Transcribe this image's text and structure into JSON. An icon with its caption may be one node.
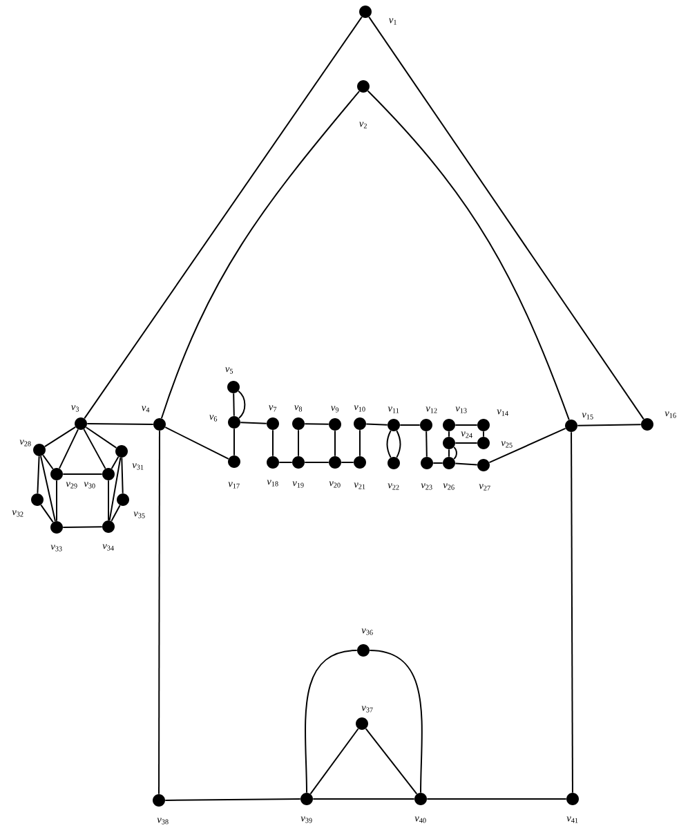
{
  "diagram": {
    "nodes": [
      {
        "text": [],
        "shape": "circle",
        "beside": [
          "*v*$_{1}$"
        ]
      },
      {
        "text": [],
        "shape": "circle",
        "beside": [
          "*v*$_{2}$"
        ]
      },
      {
        "text": [],
        "shape": "circle",
        "beside": [
          "*v*$_{3}$"
        ]
      },
      {
        "text": [],
        "shape": "circle",
        "beside": [
          "*v*$_{4}$"
        ]
      },
      {
        "text": [],
        "shape": "circle",
        "beside": [
          "*v*$_{5}$"
        ]
      },
      {
        "text": [],
        "shape": "circle",
        "beside": [
          "*v*$_{6}$"
        ]
      },
      {
        "text": [],
        "shape": "circle",
        "beside": [
          "*v*$_{7}$"
        ]
      },
      {
        "text": [],
        "shape": "circle",
        "beside": [
          "*v*$_{8}$"
        ]
      },
      {
        "text": [],
        "shape": "circle",
        "beside": [
          "*v*$_{9}$"
        ]
      },
      {
        "text": [],
        "shape": "circle",
        "beside": [
          "*v*$_{10}$"
        ]
      },
      {
        "text": [],
        "shape": "circle",
        "beside": [
          "*v*$_{11}$"
        ]
      },
      {
        "text": [],
        "shape": "circle",
        "beside": [
          "*v*$_{12}$"
        ]
      },
      {
        "text": [],
        "shape": "circle",
        "beside": [
          "*v*$_{13}$"
        ]
      },
      {
        "text": [],
        "shape": "circle",
        "beside": [
          "*v*$_{14}$"
        ]
      },
      {
        "text": [],
        "shape": "circle",
        "beside": [
          "*v*$_{15}$"
        ]
      },
      {
        "text": [],
        "shape": "circle",
        "beside": [
          "*v*$_{16}$"
        ]
      },
      {
        "text": [],
        "shape": "circle",
        "beside": [
          "*v*$_{17}$"
        ]
      },
      {
        "text": [],
        "shape": "circle",
        "beside": [
          "*v*$_{18}$"
        ]
      },
      {
        "text": [],
        "shape": "circle",
        "beside": [
          "*v*$_{19}$"
        ]
      },
      {
        "text": [],
        "shape": "circle",
        "beside": [
          "*v*$_{20}$"
        ]
      },
      {
        "text": [],
        "shape": "circle",
        "beside": [
          "*v*$_{21}$"
        ]
      },
      {
        "text": [],
        "shape": "circle",
        "beside": [
          "*v*$_{22}$"
        ]
      },
      {
        "text": [],
        "shape": "circle",
        "beside": [
          "*v*$_{23}$"
        ]
      },
      {
        "text": [],
        "shape": "circle",
        "beside": [
          "*v*$_{24}$"
        ]
      },
      {
        "text": [],
        "shape": "circle",
        "beside": [
          "*v*$_{25}$"
        ]
      },
      {
        "text": [],
        "shape": "circle",
        "beside": [
          "*v*$_{26}$"
        ]
      },
      {
        "text": [],
        "shape": "circle",
        "beside": [
          "*v*$_{27}$"
        ]
      },
      {
        "text": [],
        "shape": "circle",
        "beside": [
          "*v*$_{28}$"
        ]
      },
      {
        "text": [],
        "shape": "circle",
        "beside": [
          "*v*$_{29}$"
        ]
      },
      {
        "text": [],
        "shape": "circle",
        "beside": [
          "*v*$_{30}$"
        ]
      },
      {
        "text": [],
        "shape": "circle",
        "beside": [
          "*v*$_{31}$"
        ]
      },
      {
        "text": [],
        "shape": "circle",
        "beside": [
          "*v*$_{32}$"
        ]
      },
      {
        "text": [],
        "shape": "circle",
        "beside": [
          "*v*$_{33}$"
        ]
      },
      {
        "text": [],
        "shape": "circle",
        "beside": [
          "*v*$_{34}$"
        ]
      },
      {
        "text": [],
        "shape": "circle",
        "beside": [
          "*v*$_{35}$"
        ]
      },
      {
        "text": [],
        "shape": "circle",
        "beside": [
          "*v*$_{36}$"
        ]
      },
      {
        "text": [],
        "shape": "circle",
        "beside": [
          "*v*$_{37}$"
        ]
      },
      {
        "text": [],
        "shape": "circle",
        "beside": [
          "*v*$_{38}$"
        ]
      },
      {
        "text": [],
        "shape": "circle",
        "beside": [
          "*v*$_{39}$"
        ]
      },
      {
        "text": [],
        "shape": "circle",
        "beside": [
          "*v*$_{40}$"
        ]
      },
      {
        "text": [],
        "shape": "circle",
        "beside": [
          "*v*$_{41}$"
        ]
      }
    ],
    "edges": [
      {
        "from": 0,
        "to": 2,
        "arrow": "none"
      },
      {
        "from": 0,
        "to": 15,
        "arrow": "none"
      },
      {
        "from": 1,
        "to": 3,
        "arrow": "none"
      },
      {
        "from": 1,
        "to": 14,
        "arrow": "none"
      },
      {
        "from": 2,
        "to": 3,
        "arrow": "none"
      },
      {
        "from": 3,
        "to": 16,
        "arrow": "none"
      },
      {
        "from": 3,
        "to": 37,
        "arrow": "none"
      },
      {
        "from": 4,
        "to": 5,
        "arrow": "none"
      },
      {
        "from": 4,
        "to": 5,
        "arrow": "none"
      },
      {
        "from": 5,
        "to": 6,
        "arrow": "none"
      },
      {
        "from": 5,
        "to": 16,
        "arrow": "none"
      },
      {
        "from": 6,
        "to": 17,
        "arrow": "none"
      },
      {
        "from": 7,
        "to": 8,
        "arrow": "none"
      },
      {
        "from": 7,
        "to": 18,
        "arrow": "none"
      },
      {
        "from": 8,
        "to": 19,
        "arrow": "none"
      },
      {
        "from": 9,
        "to": 10,
        "arrow": "none"
      },
      {
        "from": 9,
        "to": 20,
        "arrow": "none"
      },
      {
        "from": 10,
        "to": 11,
        "arrow": "none"
      },
      {
        "from": 10,
        "to": 21,
        "arrow": "none"
      },
      {
        "from": 10,
        "to": 21,
        "arrow": "none"
      },
      {
        "from": 11,
        "to": 22,
        "arrow": "none"
      },
      {
        "from": 12,
        "to": 13,
        "arrow": "none"
      },
      {
        "from": 12,
        "to": 23,
        "arrow": "none"
      },
      {
        "from": 13,
        "to": 24,
        "arrow": "none"
      },
      {
        "from": 23,
        "to": 24,
        "arrow": "none"
      },
      {
        "from": 23,
        "to": 25,
        "arrow": "none"
      },
      {
        "from": 23,
        "to": 25,
        "arrow": "none"
      },
      {
        "from": 14,
        "to": 15,
        "arrow": "none"
      },
      {
        "from": 14,
        "to": 26,
        "arrow": "none"
      },
      {
        "from": 14,
        "to": 40,
        "arrow": "none"
      },
      {
        "from": 17,
        "to": 18,
        "arrow": "none"
      },
      {
        "from": 18,
        "to": 19,
        "arrow": "none"
      },
      {
        "from": 19,
        "to": 20,
        "arrow": "none"
      },
      {
        "from": 22,
        "to": 25,
        "arrow": "none"
      },
      {
        "from": 25,
        "to": 26,
        "arrow": "none"
      },
      {
        "from": 2,
        "to": 27,
        "arrow": "none"
      },
      {
        "from": 2,
        "to": 28,
        "arrow": "none"
      },
      {
        "from": 2,
        "to": 29,
        "arrow": "none"
      },
      {
        "from": 2,
        "to": 30,
        "arrow": "none"
      },
      {
        "from": 27,
        "to": 28,
        "arrow": "none"
      },
      {
        "from": 27,
        "to": 31,
        "arrow": "none"
      },
      {
        "from": 27,
        "to": 32,
        "arrow": "none"
      },
      {
        "from": 28,
        "to": 29,
        "arrow": "none"
      },
      {
        "from": 28,
        "to": 32,
        "arrow": "none"
      },
      {
        "from": 29,
        "to": 30,
        "arrow": "none"
      },
      {
        "from": 29,
        "to": 33,
        "arrow": "none"
      },
      {
        "from": 30,
        "to": 33,
        "arrow": "none"
      },
      {
        "from": 30,
        "to": 34,
        "arrow": "none"
      },
      {
        "from": 31,
        "to": 32,
        "arrow": "none"
      },
      {
        "from": 32,
        "to": 33,
        "arrow": "none"
      },
      {
        "from": 34,
        "to": 33,
        "arrow": "none"
      },
      {
        "from": 37,
        "to": 38,
        "arrow": "none"
      },
      {
        "from": 38,
        "to": 39,
        "arrow": "none"
      },
      {
        "from": 39,
        "to": 40,
        "arrow": "none"
      },
      {
        "from": 38,
        "to": 35,
        "arrow": "none"
      },
      {
        "from": 35,
        "to": 39,
        "arrow": "none"
      },
      {
        "from": 38,
        "to": 36,
        "arrow": "none"
      },
      {
        "from": 36,
        "to": 39,
        "arrow": "none"
      }
    ]
  }
}
